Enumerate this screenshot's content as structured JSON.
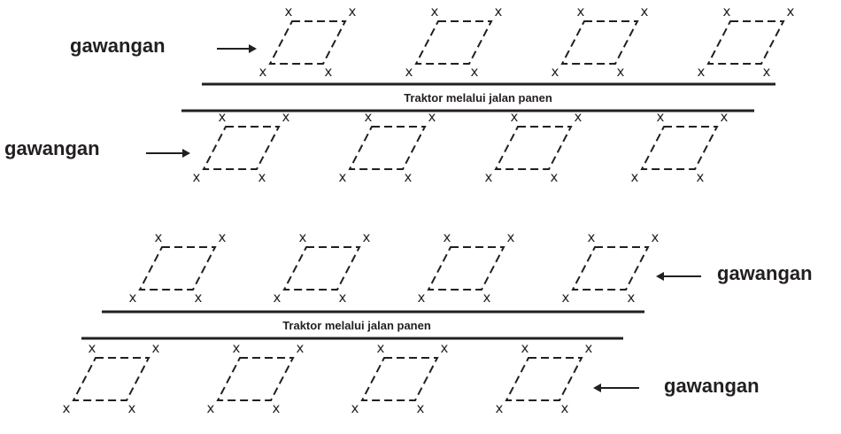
{
  "tree_marker": "x",
  "row_label": "gawangan",
  "road_label": "Traktor melalui jalan panen",
  "blocks": [
    {
      "road_label": "Traktor melalui jalan panen",
      "upper_label": "gawangan",
      "lower_label": "gawangan"
    },
    {
      "road_label": "Traktor melalui jalan panen",
      "upper_label": "gawangan",
      "lower_label": "gawangan"
    }
  ]
}
